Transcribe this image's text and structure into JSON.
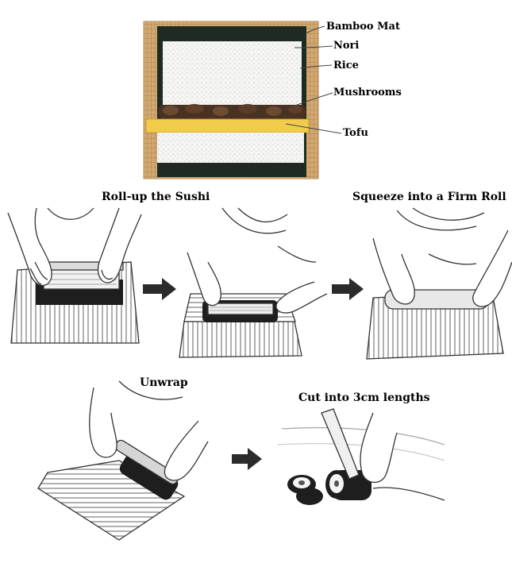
{
  "labels": {
    "bamboo_mat": "Bamboo Mat",
    "nori": "Nori",
    "rice": "Rice",
    "mushrooms": "Mushrooms",
    "tofu": "Tofu"
  },
  "steps": {
    "roll_up": "Roll-up the Sushi",
    "squeeze": "Squeeze into a Firm Roll",
    "unwrap": "Unwrap",
    "cut": "Cut into 3cm lengths"
  },
  "colors": {
    "mat": "#c99a62",
    "mat_dark": "#8e6433",
    "nori": "#1f2a22",
    "rice": "#f4f4f2",
    "mushroom": "#4a3222",
    "tofu": "#f1cc4a"
  }
}
